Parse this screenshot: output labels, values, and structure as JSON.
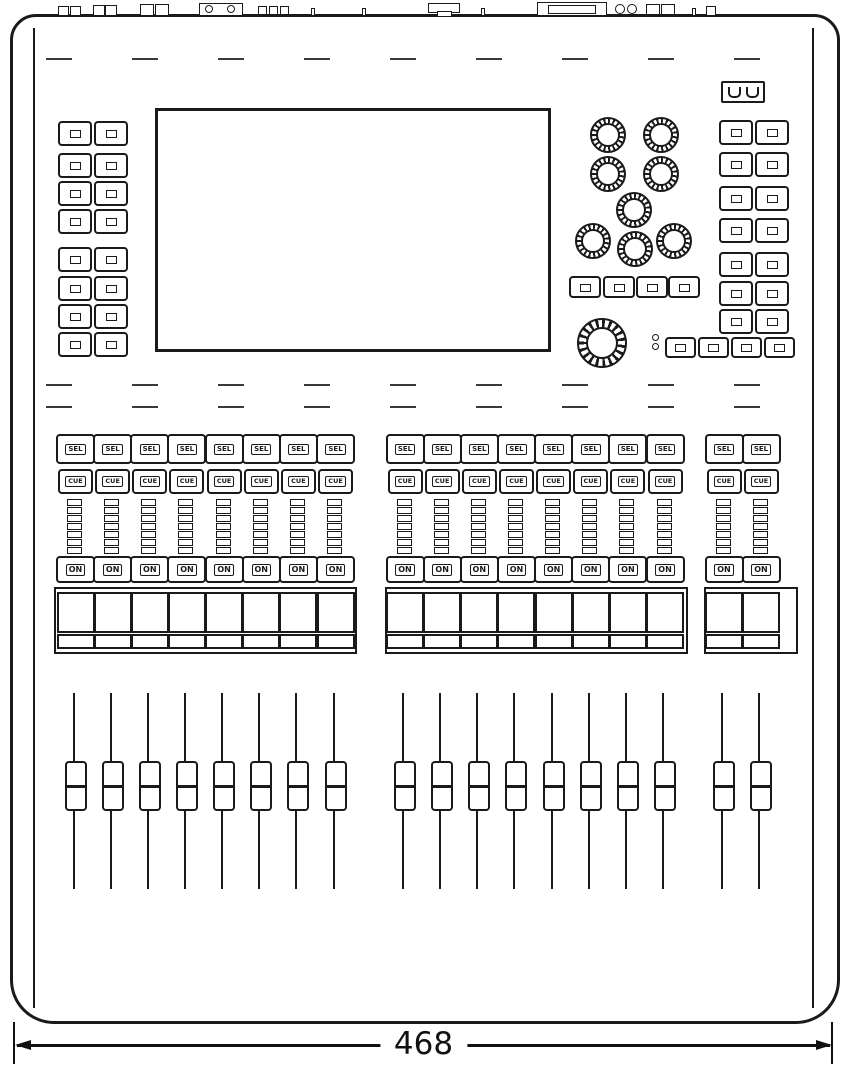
{
  "dimension": {
    "width_label": "468"
  },
  "channel_strip": {
    "sel_label": "SEL",
    "cue_label": "CUE",
    "on_label": "ON",
    "meter_segments": 7,
    "groups": [
      {
        "name": "channel-group-1",
        "channels": 8
      },
      {
        "name": "channel-group-2",
        "channels": 8
      },
      {
        "name": "master-group",
        "channels": 2
      }
    ]
  },
  "left_panel": {
    "button_rows": 8,
    "button_cols": 2
  },
  "right_panel": {
    "button_rows": 7,
    "button_cols": 2
  },
  "knob_section": {
    "small_knobs": 8,
    "function_buttons": 4,
    "master_knob": true,
    "master_side_buttons": 4,
    "led_dots": 2
  },
  "colors": {
    "line": "#1a1a1a",
    "background": "#ffffff"
  }
}
